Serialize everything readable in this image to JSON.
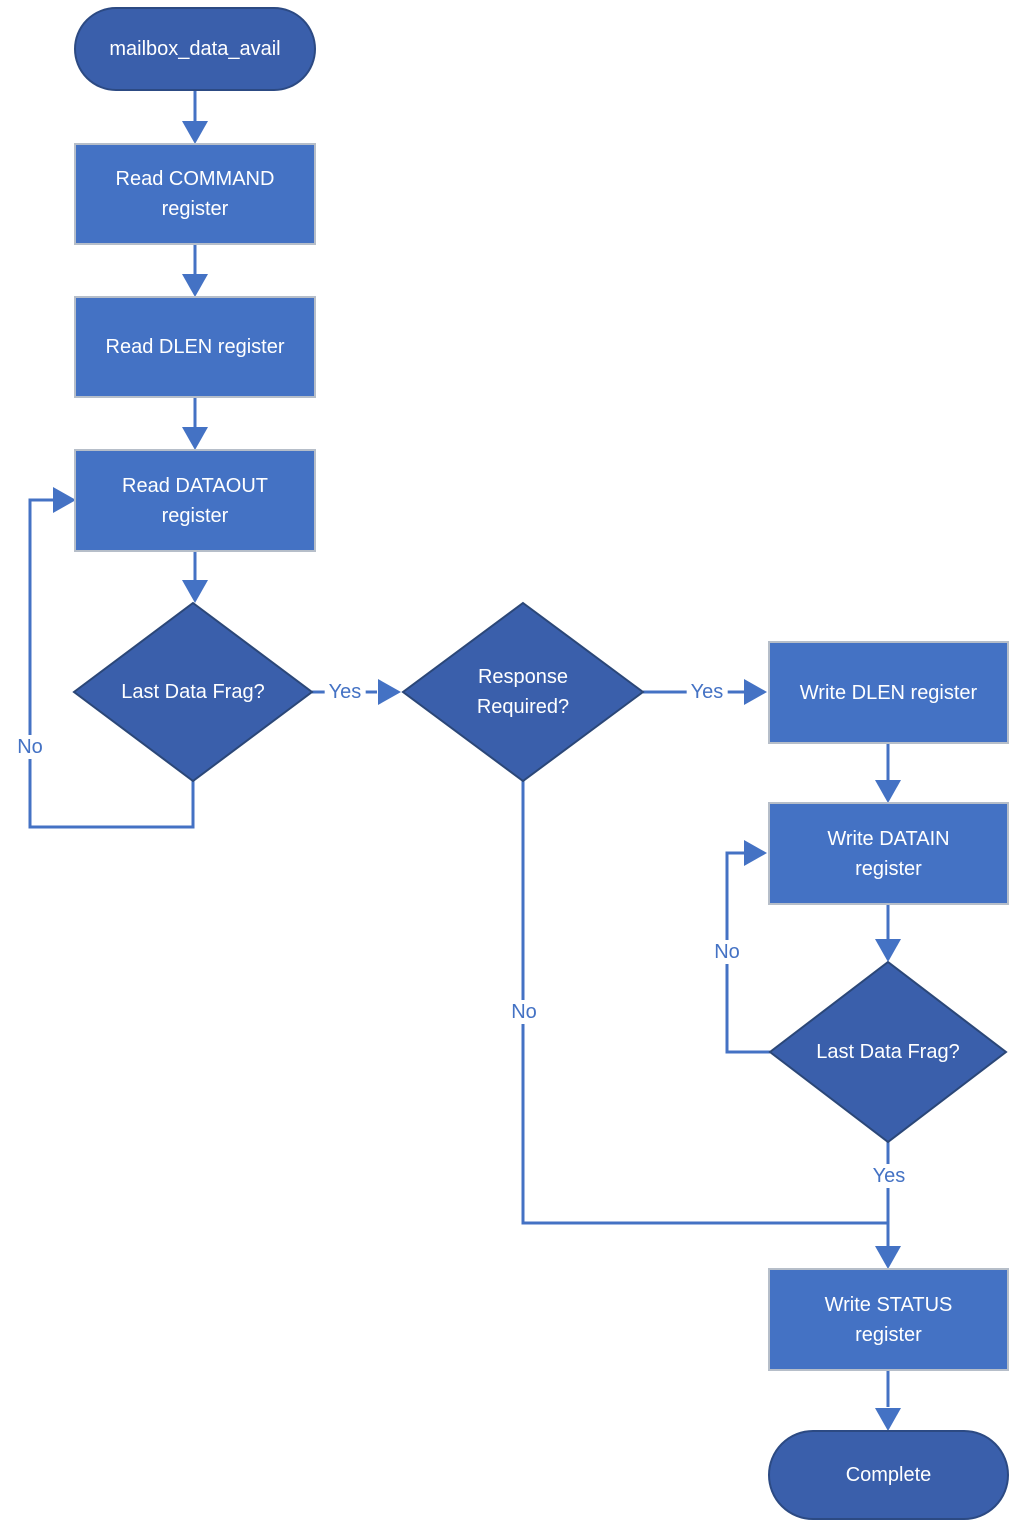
{
  "diagram": {
    "type": "flowchart",
    "colors": {
      "process_fill": "#4472C4",
      "process_border": "#B6BEC9",
      "terminator_fill": "#3A5FAB",
      "terminator_border": "#2C4A83",
      "decision_fill": "#3A5FAB",
      "decision_border": "#2B4778",
      "connector": "#4472C4",
      "edge_label_text": "#4472C4",
      "node_text": "#FFFFFF"
    },
    "nodes": {
      "start": {
        "type": "terminator",
        "label": "mailbox_data_avail"
      },
      "read_command": {
        "type": "process",
        "label": "Read COMMAND\nregister"
      },
      "read_dlen": {
        "type": "process",
        "label": "Read DLEN register"
      },
      "read_dataout": {
        "type": "process",
        "label": "Read DATAOUT\nregister"
      },
      "last_data_frag_1": {
        "type": "decision",
        "label": "Last Data Frag?"
      },
      "response_required": {
        "type": "decision",
        "label": "Response\nRequired?"
      },
      "write_dlen": {
        "type": "process",
        "label": "Write DLEN register"
      },
      "write_datain": {
        "type": "process",
        "label": "Write DATAIN\nregister"
      },
      "last_data_frag_2": {
        "type": "decision",
        "label": "Last Data Frag?"
      },
      "write_status": {
        "type": "process",
        "label": "Write STATUS\nregister"
      },
      "complete": {
        "type": "terminator",
        "label": "Complete"
      }
    },
    "edges": {
      "d1_yes": {
        "label": "Yes",
        "from": "last_data_frag_1",
        "to": "response_required"
      },
      "d1_no": {
        "label": "No",
        "from": "last_data_frag_1",
        "to": "read_dataout"
      },
      "d2_yes": {
        "label": "Yes",
        "from": "response_required",
        "to": "write_dlen"
      },
      "d2_no": {
        "label": "No",
        "from": "response_required",
        "to": "write_status"
      },
      "d3_no": {
        "label": "No",
        "from": "last_data_frag_2",
        "to": "write_datain"
      },
      "d3_yes": {
        "label": "Yes",
        "from": "last_data_frag_2",
        "to": "write_status"
      }
    }
  }
}
